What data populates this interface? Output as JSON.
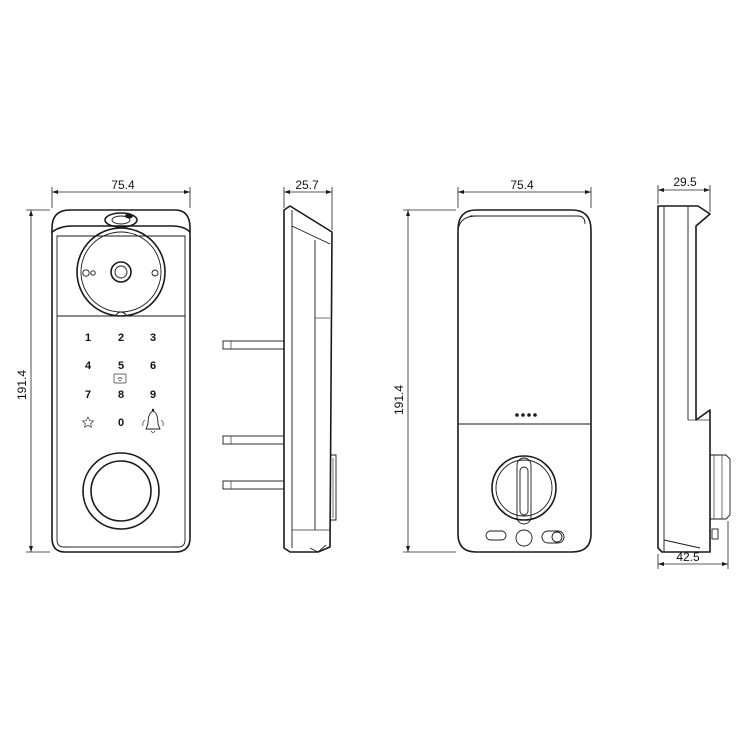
{
  "dimensions": {
    "front_width": "75.4",
    "front_height": "191.4",
    "side_depth": "25.7",
    "back_width": "75.4",
    "back_height": "191.4",
    "right_top_depth": "29.5",
    "right_bottom_depth": "42.5"
  },
  "keypad": {
    "keys": [
      "1",
      "2",
      "3",
      "4",
      "5",
      "6",
      "7",
      "8",
      "9",
      "0"
    ],
    "star_icon": "star-icon",
    "bell_icon": "bell-icon"
  },
  "colors": {
    "line": "#1a1a1a",
    "background": "#ffffff"
  }
}
